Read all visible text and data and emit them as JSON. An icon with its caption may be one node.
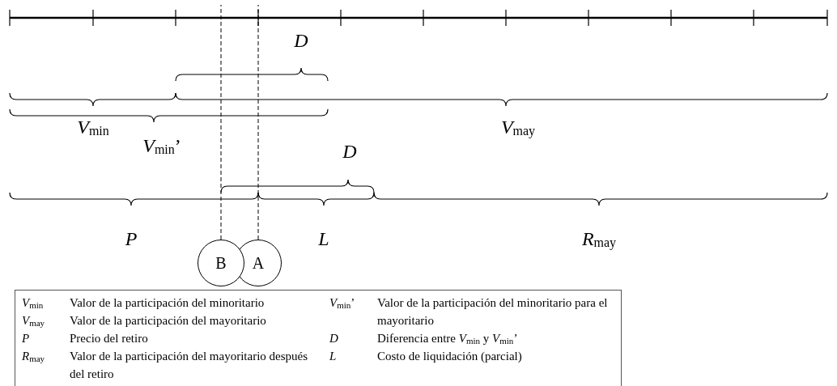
{
  "diagram": {
    "nodes": [
      {
        "text": [
          "B"
        ]
      },
      {
        "text": [
          "A"
        ]
      }
    ],
    "edges": [
      {
        "from": 0,
        "to": null,
        "arrow": "none",
        "style": "dashed"
      },
      {
        "from": 1,
        "to": null,
        "arrow": "none",
        "style": "dashed"
      }
    ],
    "labels": [
      "*D*",
      "*V*$_{min}$",
      "*V*$_{may}$",
      "*V*$_{min}$’",
      "*D*",
      "*P*",
      "*L*",
      "*R*$_{may}$",
      "*V*$_{min}$",
      "Valor de la participación del minoritario",
      "*V*$_{min}$’",
      "Valor de la participación del minoritario para el mayoritario",
      "*V*$_{may}$",
      "Valor de la participación del mayoritario",
      "P",
      "Precio del retiro",
      "D",
      "Diferencia entre *V*$_{min}$ y *V*$_{min}$’",
      "*R*$_{may}$",
      "Valor de la participación del mayoritario después del retiro",
      "L",
      "Costo de liquidación (parcial)"
    ]
  }
}
